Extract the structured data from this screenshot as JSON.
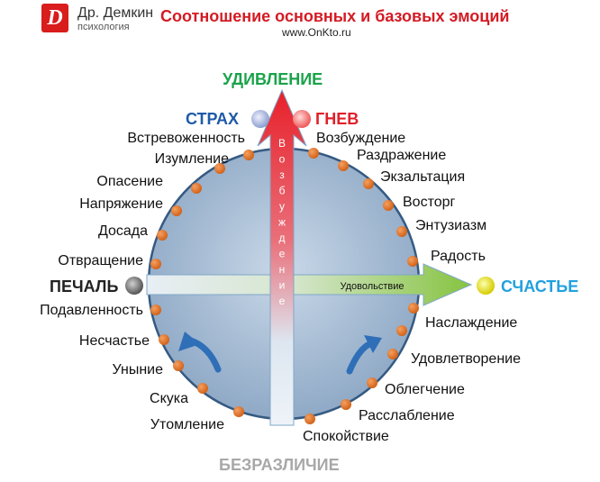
{
  "header": {
    "logo_letter": "D",
    "brand_name": "Др. Демкин",
    "brand_sub": "психология",
    "title": "Соотношение основных и базовых эмоций",
    "site": "www.OnKto.ru"
  },
  "axes": {
    "top": "УДИВЛЕНИЕ",
    "bottom": "БЕЗРАЗЛИЧИЕ",
    "left": "ПЕЧАЛЬ",
    "right": "СЧАСТЬЕ",
    "fear": "СТРАХ",
    "anger": "ГНЕВ",
    "vertical_arrow_label": "Возбуждение",
    "horizontal_arrow_label": "Удовольствие"
  },
  "emotions_left": [
    "Встревоженность",
    "Изумление",
    "Опасение",
    "Напряжение",
    "Досада",
    "Отвращение",
    "Подавленность",
    "Несчастье",
    "Уныние",
    "Скука",
    "Утомление"
  ],
  "emotions_right": [
    "Возбуждение",
    "Раздражение",
    "Экзальтация",
    "Восторг",
    "Энтузиазм",
    "Радость",
    "Наслаждение",
    "Удовлетворение",
    "Облегчение",
    "Расслабление",
    "Спокойствие"
  ],
  "colors": {
    "circle_fill": "#a9bfd6",
    "circle_edge": "#355a82",
    "dot": "#e07a2c",
    "vertical_arrow": "#e8202a",
    "horizontal_arrow": "#8cc63f",
    "fear_dot": "#9fb0d8",
    "anger_dot": "#f06a6a",
    "sad_dot": "#7a7a7a",
    "happy_dot": "#e8e000"
  }
}
